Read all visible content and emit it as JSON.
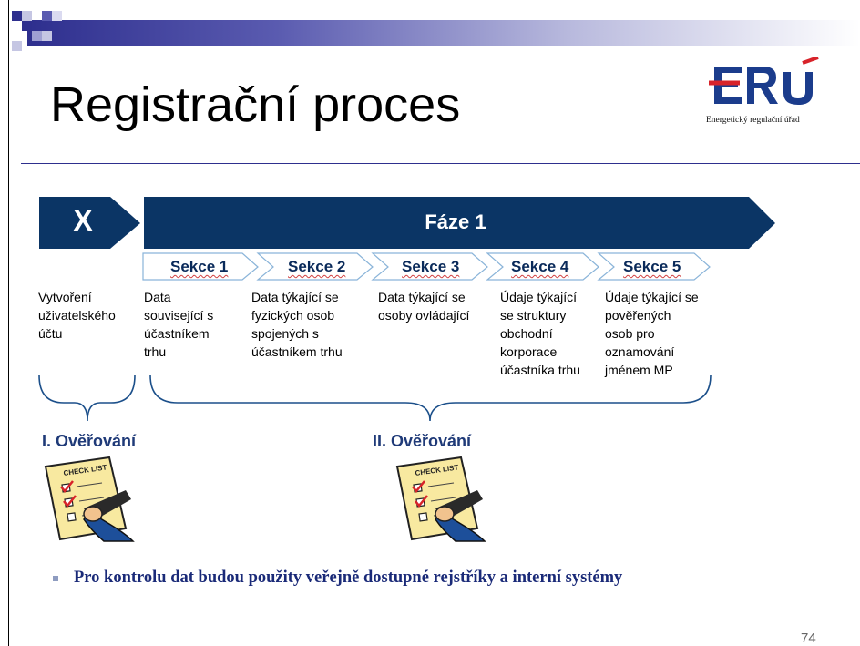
{
  "slide": {
    "title": "Registrační proces",
    "page_number": "74"
  },
  "logo": {
    "text": "ERÚ",
    "subtitle": "Energetický regulační úřad",
    "colors": {
      "blue": "#1b3c8c",
      "red": "#d8232a"
    }
  },
  "diagram": {
    "x_label": "X",
    "phase_label": "Fáze 1",
    "sections": [
      {
        "label": "Sekce 1"
      },
      {
        "label": "Sekce 2"
      },
      {
        "label": "Sekce 3"
      },
      {
        "label": "Sekce 4"
      },
      {
        "label": "Sekce 5"
      }
    ],
    "descriptions": {
      "x": [
        "Vytvoření",
        "uživatelského",
        "účtu"
      ],
      "s1": [
        "Data",
        "související s",
        "účastníkem",
        "trhu"
      ],
      "s2": [
        "Data týkající se",
        "fyzických osob",
        "spojených s",
        "účastníkem trhu"
      ],
      "s3": [
        "Data týkající se",
        "osoby ovládající"
      ],
      "s4": [
        "Údaje týkající",
        "se struktury",
        "obchodní",
        "korporace",
        "účastníka trhu"
      ],
      "s5": [
        "Údaje týkající se",
        "pověřených",
        "osob pro",
        "oznamování",
        "jménem MP"
      ]
    },
    "verification": {
      "first": "I. Ověřování",
      "second": "II. Ověřování"
    },
    "colors": {
      "arrow_dark": "#0b3565",
      "chevron_border": "#8ab4d9",
      "text_blue": "#1f3a78"
    },
    "checklist_heading": "CHECK LIST"
  },
  "bullet": {
    "text": "Pro kontrolu dat budou použity veřejně dostupné rejstříky a interní systémy"
  }
}
